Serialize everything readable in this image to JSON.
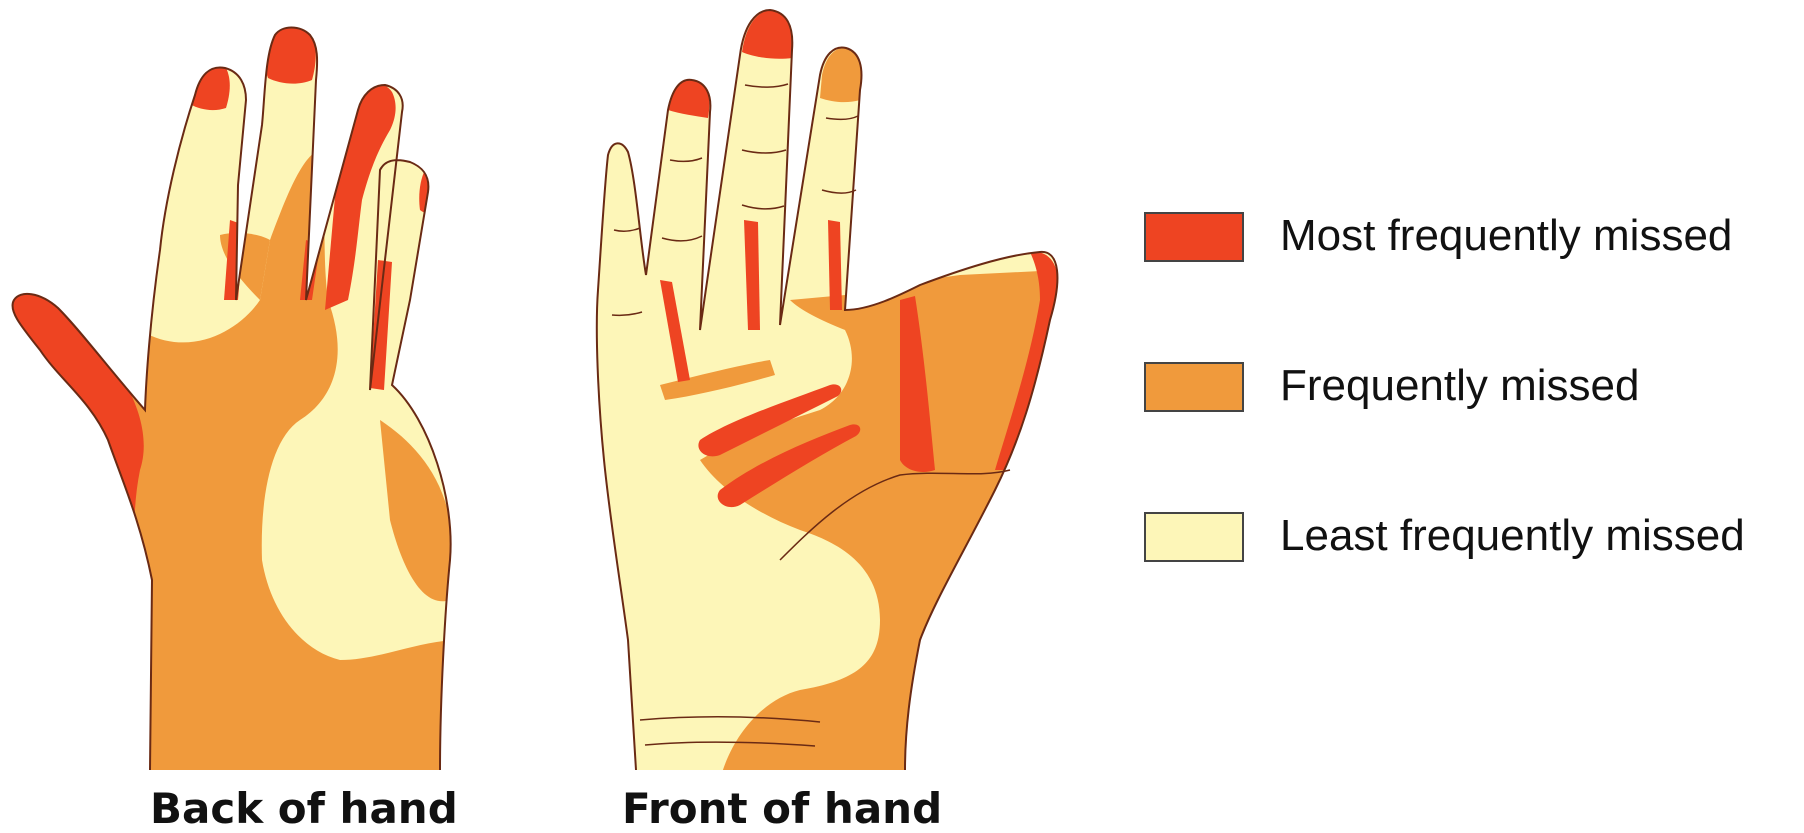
{
  "figure": {
    "hands": [
      {
        "label": "Back of hand"
      },
      {
        "label": "Front of hand"
      }
    ],
    "legend": [
      {
        "label": "Most frequently missed",
        "color": "#ee4422"
      },
      {
        "label": "Frequently missed",
        "color": "#f09a3c"
      },
      {
        "label": "Least frequently missed",
        "color": "#fdf6b8"
      }
    ],
    "colors": {
      "outline": "#6a2a14",
      "skin": "#fdf6b8",
      "orange": "#f09a3c",
      "red": "#ee4422"
    }
  }
}
